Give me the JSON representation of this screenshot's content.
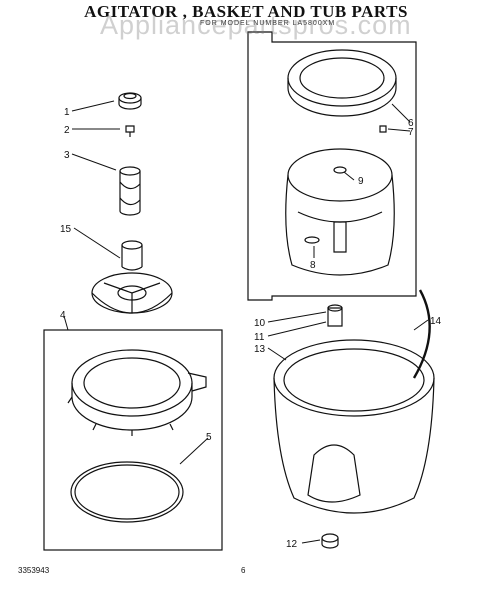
{
  "title": "AGITATOR , BASKET AND TUB PARTS",
  "subtitle": "FOR MODEL NUMBER LA5800XM",
  "watermark": "Appliancepartspros.com",
  "footer": {
    "part_code": "3353943",
    "page_number": "6"
  },
  "callouts": {
    "c1": "1",
    "c2": "2",
    "c3": "3",
    "c4": "4",
    "c5": "5",
    "c6": "6",
    "c7": "7",
    "c8": "8",
    "c9": "9",
    "c10": "10",
    "c11": "11",
    "c12": "12",
    "c13": "13",
    "c14": "14",
    "c15": "15"
  }
}
